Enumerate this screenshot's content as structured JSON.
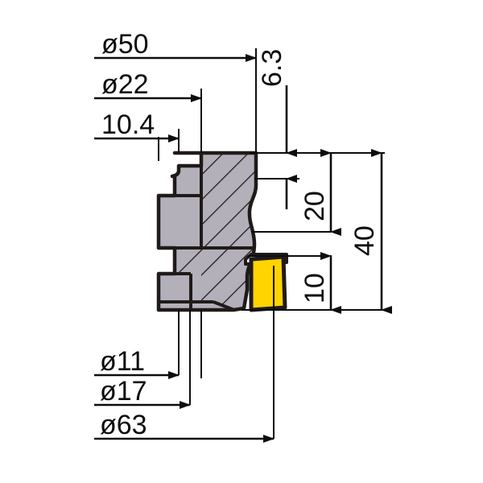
{
  "drawing": {
    "title": "Milling cutter cross-section dimensional drawing",
    "background_color": "#ffffff",
    "line_color": "#201a1a",
    "body_fill_color": "#b3b0ba",
    "insert_fill_color": "#ffd400",
    "hatch_color": "#201a1a"
  },
  "dimensions": {
    "top": [
      {
        "label": "ø50",
        "value": 50,
        "symbol": "diameter",
        "orientation": "horizontal"
      },
      {
        "label": "ø22",
        "value": 22,
        "symbol": "diameter",
        "orientation": "horizontal"
      },
      {
        "label": "10.4",
        "value": 10.4,
        "symbol": "none",
        "orientation": "horizontal"
      }
    ],
    "right": [
      {
        "label": "6.3",
        "value": 6.3,
        "symbol": "none",
        "orientation": "vertical"
      },
      {
        "label": "20",
        "value": 20,
        "symbol": "none",
        "orientation": "vertical"
      },
      {
        "label": "40",
        "value": 40,
        "symbol": "none",
        "orientation": "vertical"
      },
      {
        "label": "10",
        "value": 10,
        "symbol": "none",
        "orientation": "vertical"
      }
    ],
    "bottom": [
      {
        "label": "ø11",
        "value": 11,
        "symbol": "diameter",
        "orientation": "horizontal"
      },
      {
        "label": "ø17",
        "value": 17,
        "symbol": "diameter",
        "orientation": "horizontal"
      },
      {
        "label": "ø63",
        "value": 63,
        "symbol": "diameter",
        "orientation": "horizontal"
      }
    ]
  },
  "labels": {
    "d50": "ø50",
    "d22": "ø22",
    "t104": "10.4",
    "v63": "6.3",
    "v20": "20",
    "v40": "40",
    "v10": "10",
    "d11": "ø11",
    "d17": "ø17",
    "d63": "ø63"
  },
  "parts": {
    "body": "cutter-body-section",
    "insert": "carbide-insert"
  }
}
